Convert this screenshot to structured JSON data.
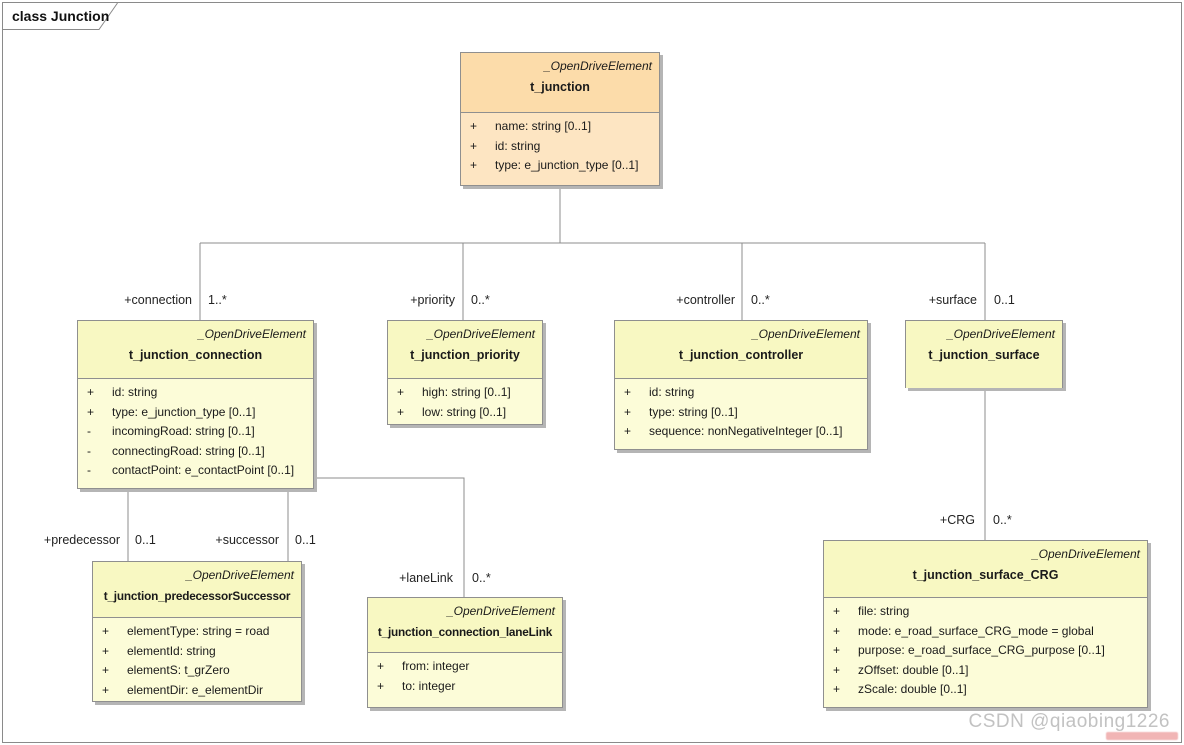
{
  "frame": {
    "title": "class Junction"
  },
  "watermark": {
    "text": "CSDN @qiaobing1226"
  },
  "colors": {
    "orange_header": "#fcdcaa",
    "orange_body": "#fde5c2",
    "yellow_header": "#f8f8c2",
    "yellow_body": "#fcfcd8",
    "border": "#8f8f8f",
    "connector_line": "#8c8c8c",
    "shadow": "#b5b5b5"
  },
  "classes": [
    {
      "stereotype": "_OpenDriveElement",
      "name": "t_junction",
      "attributes": [
        {
          "vis": "+",
          "text": "name: string [0..1]"
        },
        {
          "vis": "+",
          "text": "id: string"
        },
        {
          "vis": "+",
          "text": "type: e_junction_type [0..1]"
        }
      ]
    },
    {
      "stereotype": "_OpenDriveElement",
      "name": "t_junction_connection",
      "attributes": [
        {
          "vis": "+",
          "text": "id: string"
        },
        {
          "vis": "+",
          "text": "type: e_junction_type [0..1]"
        },
        {
          "vis": "-",
          "text": "incomingRoad: string [0..1]"
        },
        {
          "vis": "-",
          "text": "connectingRoad: string [0..1]"
        },
        {
          "vis": "-",
          "text": "contactPoint: e_contactPoint [0..1]"
        }
      ]
    },
    {
      "stereotype": "_OpenDriveElement",
      "name": "t_junction_priority",
      "attributes": [
        {
          "vis": "+",
          "text": "high: string [0..1]"
        },
        {
          "vis": "+",
          "text": "low: string [0..1]"
        }
      ]
    },
    {
      "stereotype": "_OpenDriveElement",
      "name": "t_junction_controller",
      "attributes": [
        {
          "vis": "+",
          "text": "id: string"
        },
        {
          "vis": "+",
          "text": "type: string [0..1]"
        },
        {
          "vis": "+",
          "text": "sequence: nonNegativeInteger [0..1]"
        }
      ]
    },
    {
      "stereotype": "_OpenDriveElement",
      "name": "t_junction_surface",
      "attributes": []
    },
    {
      "stereotype": "_OpenDriveElement",
      "name": "t_junction_predecessorSuccessor",
      "attributes": [
        {
          "vis": "+",
          "text": "elementType: string = road"
        },
        {
          "vis": "+",
          "text": "elementId: string"
        },
        {
          "vis": "+",
          "text": "elementS: t_grZero"
        },
        {
          "vis": "+",
          "text": "elementDir: e_elementDir"
        }
      ]
    },
    {
      "stereotype": "_OpenDriveElement",
      "name": "t_junction_connection_laneLink",
      "attributes": [
        {
          "vis": "+",
          "text": "from: integer"
        },
        {
          "vis": "+",
          "text": "to: integer"
        }
      ]
    },
    {
      "stereotype": "_OpenDriveElement",
      "name": "t_junction_surface_CRG",
      "attributes": [
        {
          "vis": "+",
          "text": "file: string"
        },
        {
          "vis": "+",
          "text": "mode: e_road_surface_CRG_mode = global"
        },
        {
          "vis": "+",
          "text": "purpose: e_road_surface_CRG_purpose [0..1]"
        },
        {
          "vis": "+",
          "text": "zOffset: double [0..1]"
        },
        {
          "vis": "+",
          "text": "zScale: double [0..1]"
        }
      ]
    }
  ],
  "relations": [
    {
      "role": "+connection",
      "multiplicity": "1..*"
    },
    {
      "role": "+priority",
      "multiplicity": "0..*"
    },
    {
      "role": "+controller",
      "multiplicity": "0..*"
    },
    {
      "role": "+surface",
      "multiplicity": "0..1"
    },
    {
      "role": "+predecessor",
      "multiplicity": "0..1"
    },
    {
      "role": "+successor",
      "multiplicity": "0..1"
    },
    {
      "role": "+laneLink",
      "multiplicity": "0..*"
    },
    {
      "role": "+CRG",
      "multiplicity": "0..*"
    }
  ]
}
